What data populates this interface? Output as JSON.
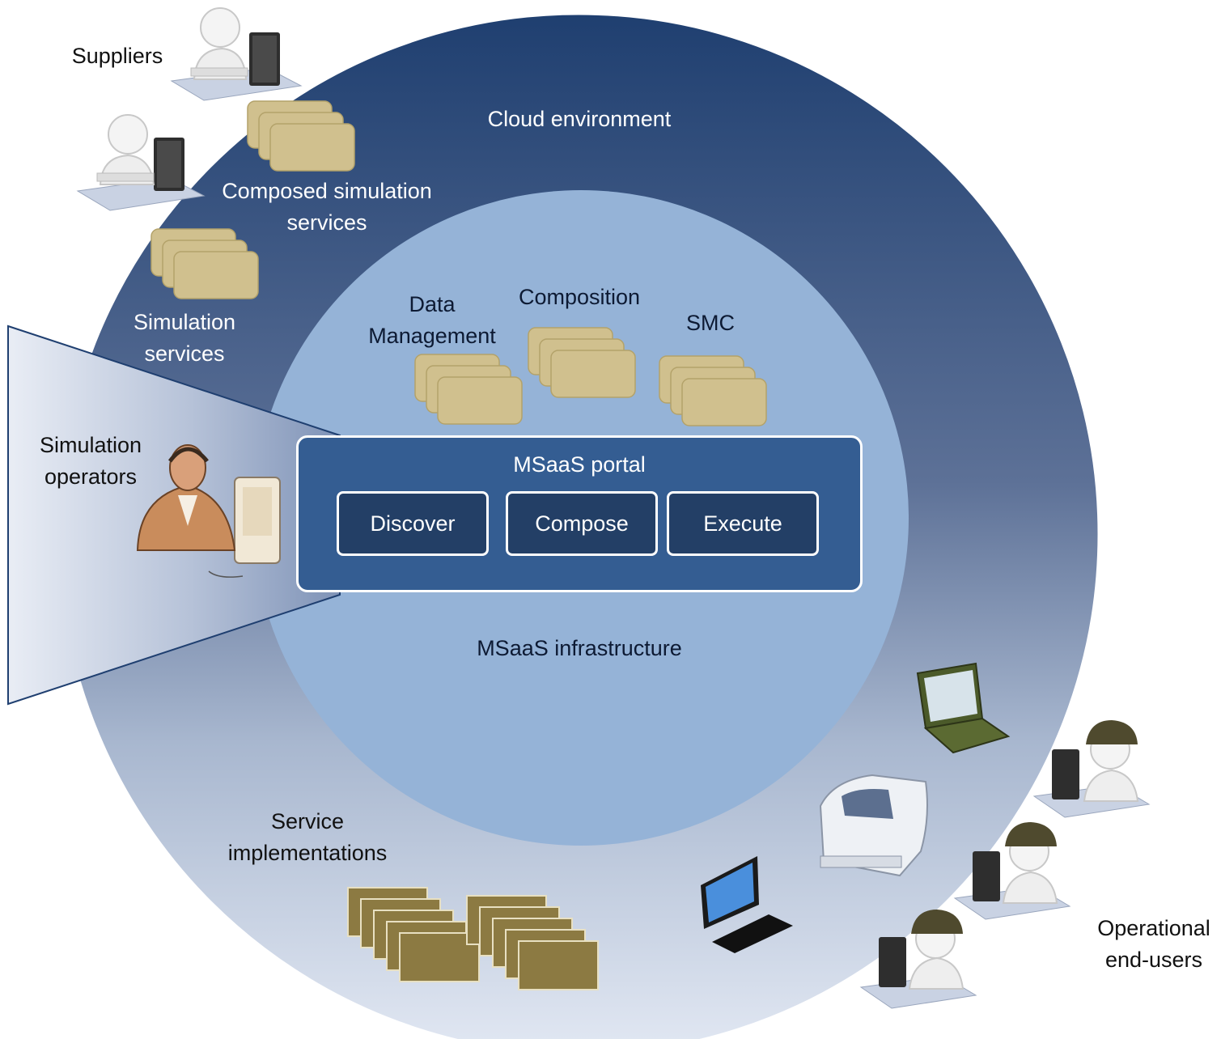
{
  "labels": {
    "suppliers": "Suppliers",
    "cloud_environment": "Cloud environment",
    "composed_services": [
      "Composed simulation",
      "services"
    ],
    "simulation_services": [
      "Simulation",
      "services"
    ],
    "simulation_operators": [
      "Simulation",
      "operators"
    ],
    "data_management": [
      "Data",
      "Management"
    ],
    "composition": "Composition",
    "smc": "SMC",
    "msaas_infrastructure": "MSaaS infrastructure",
    "service_implementations": [
      "Service",
      "implementations"
    ],
    "operational_end_users": [
      "Operational",
      "end-users"
    ]
  },
  "portal": {
    "title": "MSaaS portal",
    "buttons": [
      "Discover",
      "Compose",
      "Execute"
    ]
  },
  "colors": {
    "outer_circle_top": "#1f3f70",
    "outer_circle_bottom": "#dfe6f2",
    "inner_circle": "#95b3d7",
    "portal_fill": "#345d92",
    "button_fill": "#233f66",
    "service_card": "#d0c08e",
    "implementation_card": "#8c7a42"
  },
  "icons": [
    "person-at-computer-icon",
    "soldier-at-computer-icon",
    "operator-headset-icon",
    "rugged-laptop-icon",
    "flight-simulator-icon",
    "desktop-monitor-icon"
  ]
}
